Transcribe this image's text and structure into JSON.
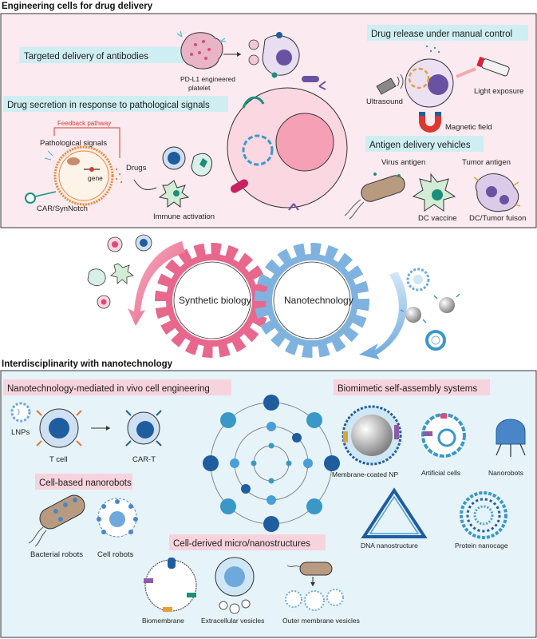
{
  "sections": {
    "top_title": "Engineering cells for drug delivery",
    "bottom_title": "Interdisciplinarity with nanotechnology"
  },
  "top_panel": {
    "targeted_delivery": "Targeted delivery of antibodies",
    "platelet_label_1": "PD-L1 engineered",
    "platelet_label_2": "platelet",
    "drug_secretion": "Drug secretion in response to pathological signals",
    "feedback_pathway": "Feedback pathway",
    "pathological_signals": "Pathological signals",
    "gene": "gene",
    "drugs": "Drugs",
    "car_synnotch": "CAR/SynNotch",
    "immune_activation": "Immune activation",
    "drug_release": "Drug release under manual control",
    "ultrasound": "Ultrasound",
    "light_exposure": "Light exposure",
    "magnetic_field": "Magnetic field",
    "antigen_delivery": "Antigen delivery vehicles",
    "virus_antigen": "Virus antigen",
    "tumor_antigen": "Tumor antigen",
    "dc_vaccine": "DC vaccine",
    "dc_tumor_fusion": "DC/Tumor fuison"
  },
  "gears": {
    "left": "Synthetic biology",
    "right": "Nanotechnology"
  },
  "bottom_panel": {
    "in_vivo": "Nanotechnology-mediated in vivo cell engineering",
    "lnps": "LNPs",
    "t_cell": "T cell",
    "car_t": "CAR-T",
    "cell_nanorobots": "Cell-based nanorobots",
    "bacterial_robots": "Bacterial robots",
    "cell_robots": "Cell robots",
    "biomimetic": "Biomimetic self-assembly systems",
    "membrane_np": "Membrane-coated NP",
    "artificial_cells": "Artificial cells",
    "nanorobots": "Nanorobots",
    "dna_nano": "DNA nanostructure",
    "protein_nanocage": "Protein nanocage",
    "cell_derived": "Cell-derived micro/nanostructures",
    "biomembrane": "Biomembrane",
    "extracellular": "Extracellular vesicles",
    "outer_membrane": "Outer membrane vesicles"
  },
  "colors": {
    "top_bg": "#fbeaf0",
    "bottom_bg": "#e6f3f9",
    "pink_gear": "#e8678d",
    "blue_gear": "#7fb2df",
    "header_teal": "#cfeef2",
    "header_pink": "#f7d3dd"
  }
}
